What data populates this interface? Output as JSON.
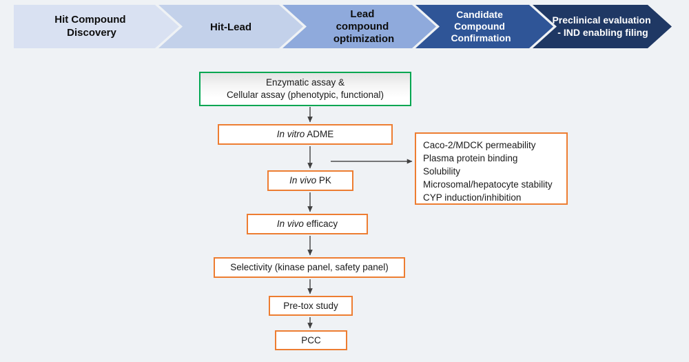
{
  "banner": {
    "stages": [
      {
        "id": "hit-compound-discovery",
        "lines": [
          "Hit Compound",
          "Discovery"
        ],
        "fill": "#d9e1f2",
        "text_color": "#0d0d0d",
        "font_size": 15
      },
      {
        "id": "hit-lead",
        "lines": [
          "Hit-Lead"
        ],
        "fill": "#c3d1ea",
        "text_color": "#0d0d0d",
        "font_size": 15
      },
      {
        "id": "lead-compound-optimization",
        "lines": [
          "Lead",
          "compound",
          "optimization"
        ],
        "fill": "#8faadc",
        "text_color": "#0d0d0d",
        "font_size": 15
      },
      {
        "id": "candidate-compound-confirmation",
        "lines": [
          "Candidate",
          "Compound",
          "Confirmation"
        ],
        "fill": "#2f5597",
        "text_color": "#ffffff",
        "font_size": 14
      },
      {
        "id": "preclinical-evaluation",
        "lines": [
          "Preclinical evaluation",
          "- IND enabling filing"
        ],
        "fill": "#1f3864",
        "text_color": "#ffffff",
        "font_size": 14
      }
    ]
  },
  "flow": {
    "assay": {
      "line1": "Enzymatic assay &",
      "line2": "Cellular assay (phenotypic, functional)",
      "border_color": "#00A651"
    },
    "in_vitro_adme": {
      "italic": "In vitro",
      "rest": " ADME"
    },
    "in_vivo_pk": {
      "italic": "In vivo",
      "rest": " PK"
    },
    "in_vivo_efficacy": {
      "italic": "In vivo",
      "rest": " efficacy"
    },
    "selectivity": "Selectivity (kinase panel, safety panel)",
    "pre_tox_study": "Pre-tox study",
    "pcc": "PCC",
    "box_border_color": "#ED7D31"
  },
  "side_panel": {
    "items": [
      "Caco-2/MDCK permeability",
      "Plasma protein binding",
      "Solubility",
      "Microsomal/hepatocyte stability",
      "CYP induction/inhibition"
    ]
  },
  "colors": {
    "background": "#eff2f5",
    "orange": "#ED7D31",
    "green": "#00A651",
    "arrow": "#404040"
  }
}
